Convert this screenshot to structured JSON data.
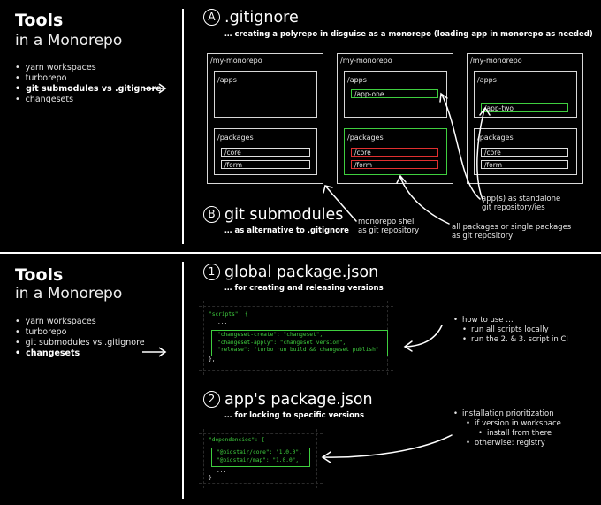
{
  "top": {
    "title": "Tools",
    "subtitle": "in a Monorepo",
    "bullets": [
      "yarn workspaces",
      "turborepo",
      "git submodules vs .gitignore",
      "changesets"
    ],
    "section_a": {
      "letter": "A",
      "title": ".gitignore",
      "desc": "… creating a polyrepo in disguise as a monorepo (loading app in monorepo as needed)"
    },
    "section_b": {
      "letter": "B",
      "title": "git submodules",
      "desc": "… as alternative to .gitignore"
    },
    "repos": [
      {
        "root": "/my-monorepo",
        "apps_label": "/apps",
        "app": "",
        "packages_label": "/packages",
        "packages": [
          "/core",
          "/form"
        ]
      },
      {
        "root": "/my-monorepo",
        "apps_label": "/apps",
        "app": "/app-one",
        "packages_label": "/packages",
        "packages": [
          "/core",
          "/form"
        ]
      },
      {
        "root": "/my-monorepo",
        "apps_label": "/apps",
        "app": "/app-two",
        "packages_label": "/packages",
        "packages": [
          "/core",
          "/form"
        ]
      }
    ],
    "annotations": {
      "shell_1": "monorepo shell",
      "shell_2": "as git repository",
      "pkgs_1": "all packages or single packages",
      "pkgs_2": "as git repository",
      "apps_1": "app(s) as standalone",
      "apps_2": "git repository/ies"
    }
  },
  "bottom": {
    "title": "Tools",
    "subtitle": "in a Monorepo",
    "bullets": [
      "yarn workspaces",
      "turborepo",
      "git submodules vs .gitignore",
      "changesets"
    ],
    "section_1": {
      "number": "1",
      "title": "global package.json",
      "desc": "… for creating and releasing versions"
    },
    "section_2": {
      "number": "2",
      "title": "app's package.json",
      "desc": "… for locking to specific versions"
    },
    "code1": {
      "open": "\"scripts\": {",
      "dots": "...",
      "lines": [
        "\"changeset-create\": \"changeset\",",
        "\"changeset-apply\": \"changeset version\",",
        "\"release\": \"turbo run build && changeset publish\""
      ],
      "close": "},"
    },
    "code2": {
      "open": "\"dependencies\": {",
      "lines": [
        "\"@bigstair/core\": \"1.0.0\",",
        "\"@bigstair/map\": \"1.0.0\","
      ],
      "dots": "...",
      "close": "}"
    },
    "howto": {
      "head": "how to use …",
      "items": [
        "run all scripts locally",
        "run the 2. & 3. script in CI"
      ]
    },
    "install": {
      "head": "installation prioritization",
      "sub": "if version in workspace",
      "subsub": "install from there",
      "other": "otherwise: registry"
    }
  },
  "colors": {
    "accent_green": "#3fcf3f",
    "accent_red": "#e03030",
    "background": "#000000"
  }
}
